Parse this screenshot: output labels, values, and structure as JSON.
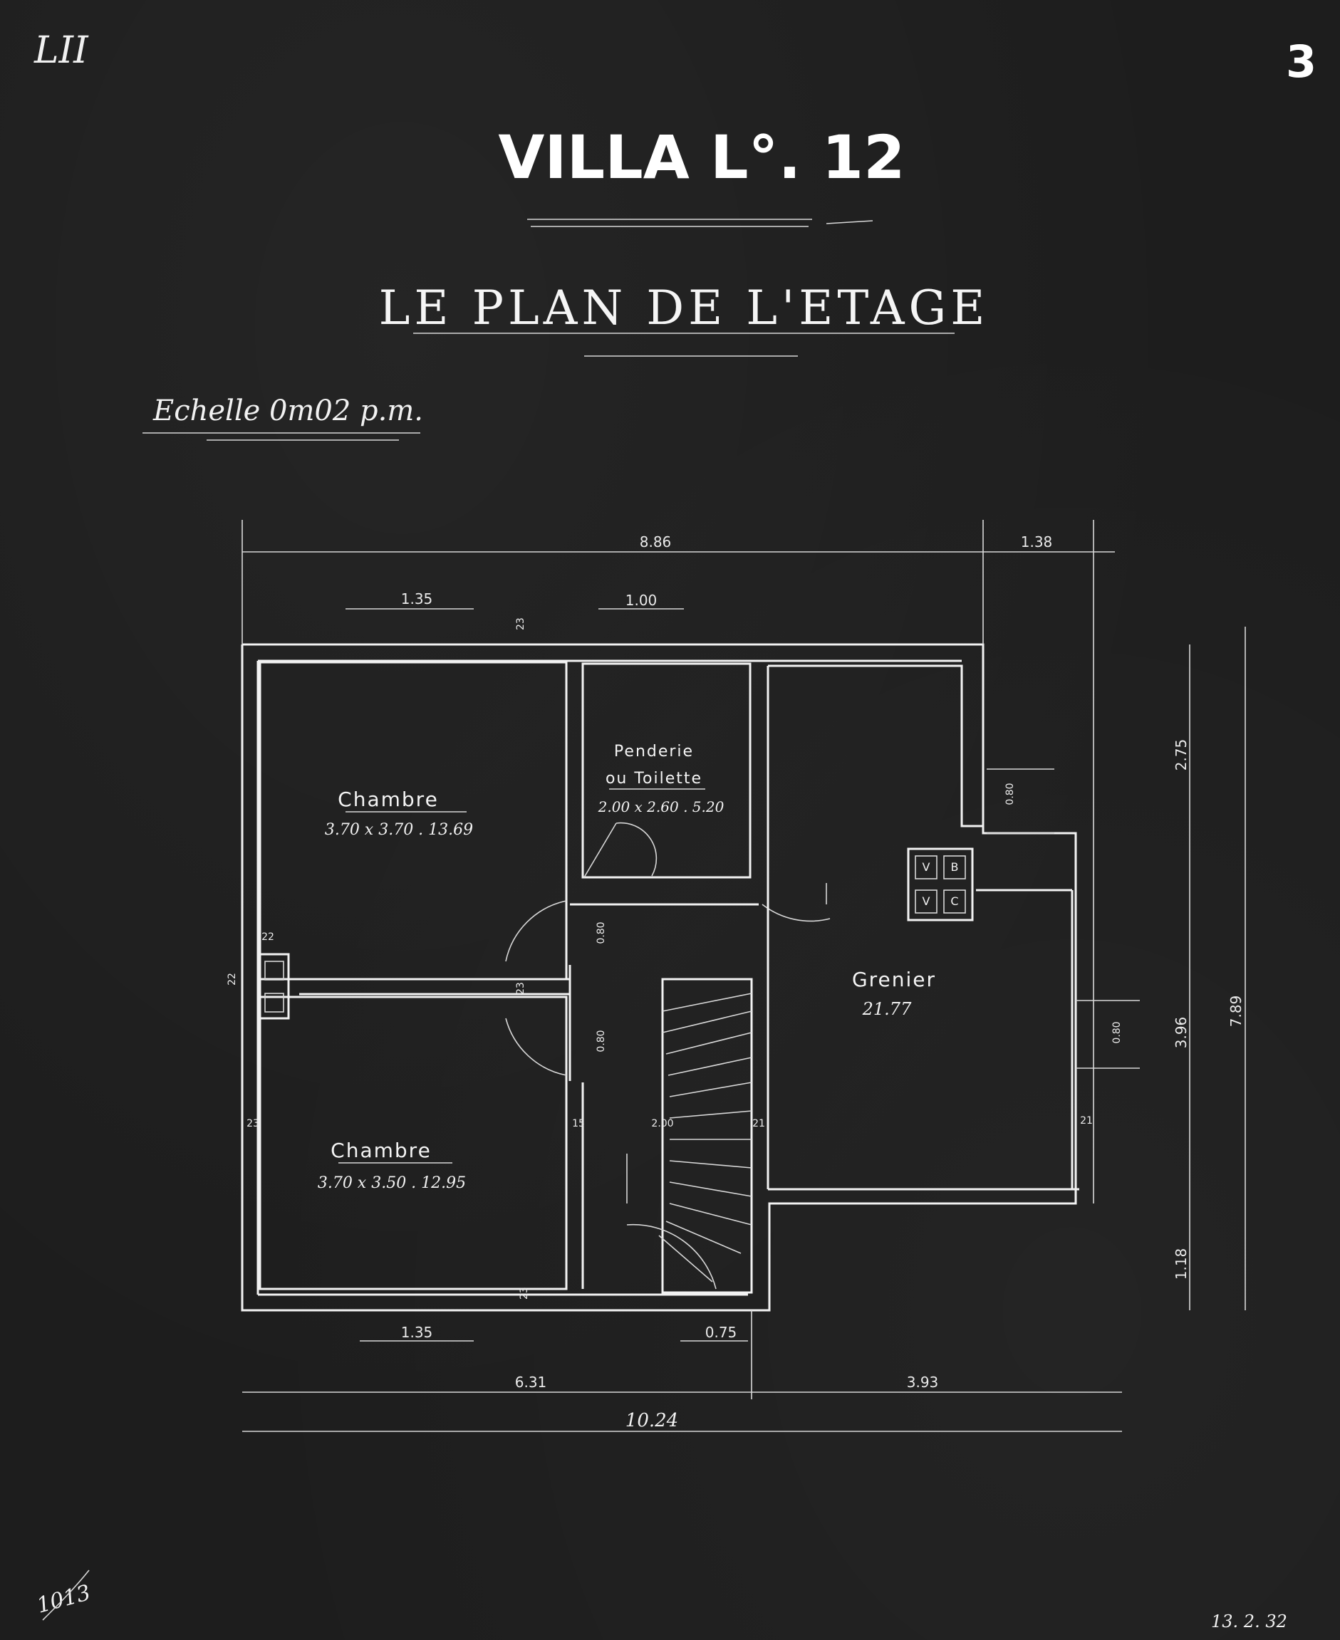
{
  "header": {
    "sheet_ref": "LII",
    "page_number": "3",
    "title": "VILLA L°. 12",
    "subtitle": "LE PLAN DE L'ETAGE",
    "scale": "Echelle 0m02 p.m."
  },
  "rooms": {
    "chambre_top": {
      "name": "Chambre",
      "size": "3.70 x 3.70 . 13.69"
    },
    "penderie": {
      "name_line1": "Penderie",
      "name_line2": "ou Toilette",
      "size": "2.00 x 2.60 . 5.20"
    },
    "grenier": {
      "name": "Grenier",
      "area": "21.77"
    },
    "chambre_bottom": {
      "name": "Chambre",
      "size": "3.70 x 3.50 . 12.95"
    }
  },
  "shafts": {
    "v1": "V",
    "b": "B",
    "v2": "V",
    "c": "C"
  },
  "dimensions": {
    "top_main": "8.86",
    "top_right": "1.38",
    "win_top_left": "1.35",
    "win_top_mid": "1.00",
    "wall_23_top": "23",
    "right_275": "2.75",
    "right_080_a": "0.80",
    "right_396": "3.96",
    "right_789": "7.89",
    "right_080_b": "0.80",
    "right_118": "1.18",
    "left_22": "22",
    "left_22b": "22",
    "left_23": "23",
    "mid_080_a": "0.80",
    "mid_23": "23",
    "mid_080_b": "0.80",
    "mid_15": "15",
    "stair_200": "2.00",
    "stair_21": "21",
    "grenier_21": "21",
    "bottom_23": "23",
    "win_bottom_left": "1.35",
    "win_bottom_right": "0.75",
    "bottom_631": "6.31",
    "bottom_393": "3.93",
    "bottom_total": "10.24"
  },
  "footer": {
    "stamp_left": "1013",
    "date_right": "13. 2. 32"
  }
}
